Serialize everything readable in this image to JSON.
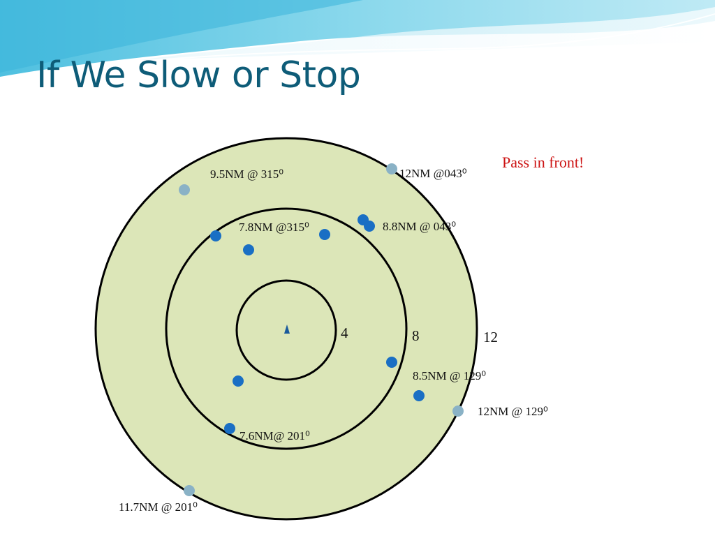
{
  "slide": {
    "title": "If We Slow or Stop",
    "note": "Pass in front!",
    "note_color": "#cc1111",
    "title_color": "#0e5c78"
  },
  "radar": {
    "range_unit": "NM",
    "rings": [
      "4",
      "8",
      "12"
    ],
    "fill_color": "#dce6b8",
    "target_color": "#1a6fc4",
    "faded_target_color": "#8ab2c6",
    "own_ship_icon": "own-ship-arrow-icon",
    "contact_labels": {
      "c1": "9.5NM @ 315⁰",
      "c2": "12NM @043⁰",
      "c3": "7.8NM @315⁰",
      "c4": "8.8NM @ 043⁰",
      "c5": "8.5NM @ 129⁰",
      "c6": "12NM @ 129⁰",
      "c7": "7.6NM@ 201⁰",
      "c8": "11.7NM @ 201⁰"
    }
  }
}
